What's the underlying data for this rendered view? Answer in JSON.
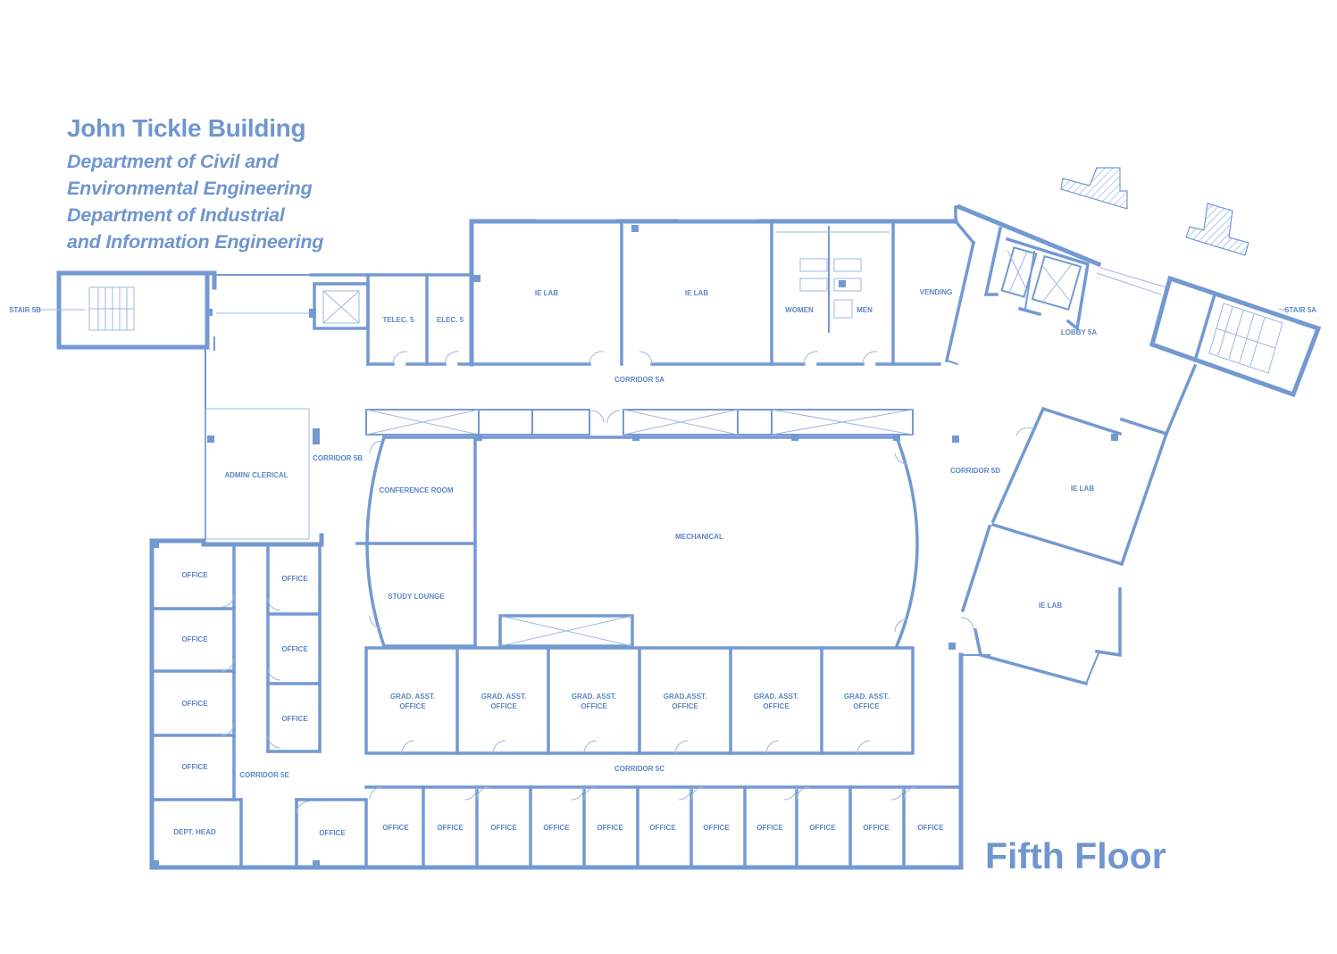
{
  "header": {
    "building": "John Tickle Building",
    "department_lines": [
      "Department of Civil and",
      "Environmental Engineering",
      "Department of Industrial",
      "and Information Engineering"
    ]
  },
  "floor_label": "Fifth Floor",
  "rooms": {
    "stair_5b": "STAIR 5B",
    "stair_5a": "STAIR 5A",
    "telec_5": "TELEC. 5",
    "elec_5": "ELEC. 5",
    "ie_lab_1": "IE LAB",
    "ie_lab_2": "IE LAB",
    "women": "WOMEN",
    "men": "MEN",
    "vending": "VENDING",
    "lobby_5a": "LOBBY 5A",
    "corridor_5a": "CORRIDOR 5A",
    "corridor_5b": "CORRIDOR 5B",
    "corridor_5d": "CORRIDOR 5D",
    "corridor_5c": "CORRIDOR 5C",
    "corridor_5e": "CORRIDOR 5E",
    "admin_clerical": "ADMIN/ CLERICAL",
    "conference_room": "CONFERENCE ROOM",
    "study_lounge": "STUDY LOUNGE",
    "mechanical": "MECHANICAL",
    "ie_lab_3": "IE LAB",
    "ie_lab_4": "IE LAB",
    "office": "OFFICE",
    "dept_head": "DEPT. HEAD",
    "grad_line1": "GRAD. ASST.",
    "grad_line1_alt": "GRAD.ASST.",
    "grad_line2": "OFFICE"
  },
  "colors": {
    "line": "#7399d2",
    "text": "#6f96cf",
    "background": "#ffffff"
  }
}
